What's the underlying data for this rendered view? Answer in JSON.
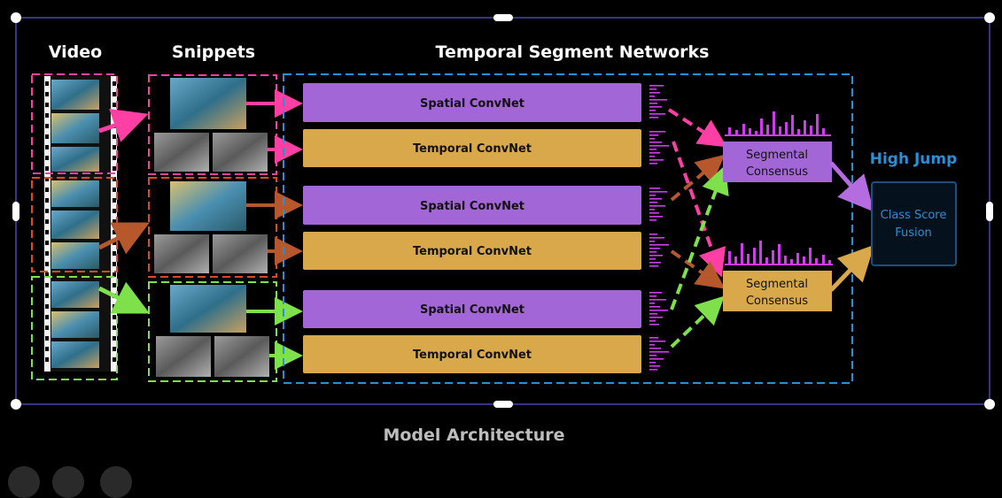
{
  "headings": {
    "video": "Video",
    "snippets": "Snippets",
    "tsn": "Temporal Segment Networks"
  },
  "networks": [
    {
      "label": "Spatial ConvNet"
    },
    {
      "label": "Temporal ConvNet"
    },
    {
      "label": "Spatial ConvNet"
    },
    {
      "label": "Temporal ConvNet"
    },
    {
      "label": "Spatial ConvNet"
    },
    {
      "label": "Temporal ConvNet"
    }
  ],
  "consensus": [
    {
      "line1": "Segmental",
      "line2": "Consensus"
    },
    {
      "line1": "Segmental",
      "line2": "Consensus"
    }
  ],
  "class_label": "High Jump",
  "fusion": {
    "line1": "Class Score",
    "line2": "Fusion"
  },
  "caption": "Model Architecture",
  "colors": {
    "spatial": "#a366d6",
    "temporal": "#d9a84a",
    "pink": "#ff3fa4",
    "orange": "#c8552a",
    "green": "#7ee04a",
    "blue": "#2b8fd6",
    "magenta_bars": "#d13bf0"
  }
}
